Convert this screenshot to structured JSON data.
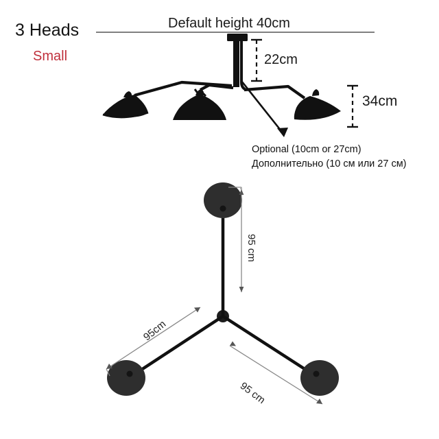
{
  "page": {
    "background_color": "#ffffff",
    "product": "3-head ceiling lamp dimension diagram"
  },
  "header": {
    "heads_label": "3 Heads",
    "size_label": "Small",
    "size_color": "#c0303c"
  },
  "elevation_view": {
    "ceiling_label": "Default height 40cm",
    "stem_dimension": "22cm",
    "shade_dimension": "34cm",
    "optional_note_en": "Optional (10cm or 27cm)",
    "optional_note_ru": "Дополнительно (10 см или 27 см)",
    "lamp_color": "#111111"
  },
  "plan_view": {
    "arm_top_label": "95 cm",
    "arm_left_label": "95cm",
    "arm_right_label": "95 cm",
    "shade_color": "#2e2e2e",
    "arm_color": "#111111"
  },
  "chart_data": {
    "type": "diagram",
    "title": "3 Heads Small — ceiling lamp dimensions",
    "views": [
      {
        "name": "elevation",
        "measurements": [
          {
            "label": "Default height 40cm",
            "value": 40,
            "unit": "cm",
            "orientation": "horizontal-ceiling"
          },
          {
            "label": "22cm",
            "value": 22,
            "unit": "cm",
            "orientation": "vertical"
          },
          {
            "label": "34cm",
            "value": 34,
            "unit": "cm",
            "orientation": "vertical"
          }
        ],
        "annotations": [
          "Optional (10cm or 27cm)",
          "Дополнительно (10 см или 27 см)"
        ],
        "head_count": 3
      },
      {
        "name": "plan",
        "measurements": [
          {
            "label": "95 cm",
            "value": 95,
            "unit": "cm",
            "orientation": "arm-top"
          },
          {
            "label": "95cm",
            "value": 95,
            "unit": "cm",
            "orientation": "arm-left"
          },
          {
            "label": "95 cm",
            "value": 95,
            "unit": "cm",
            "orientation": "arm-right"
          }
        ],
        "arm_angles_deg": [
          90,
          210,
          330
        ],
        "head_count": 3
      }
    ]
  }
}
